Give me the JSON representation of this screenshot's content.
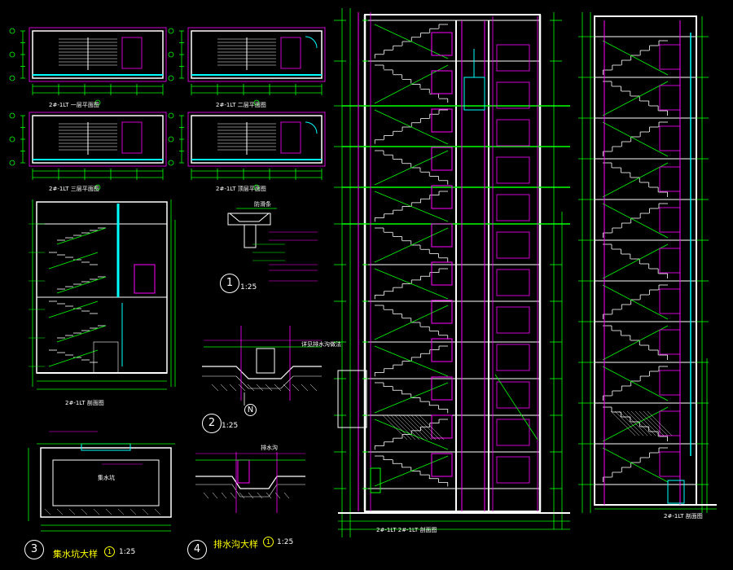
{
  "colors": {
    "background": "#000000",
    "wall": "#ffffff",
    "column": "#ff00ff",
    "dimension": "#00ff00",
    "stair": "#ffffff",
    "water": "#00ffff",
    "axis": "#ff2020",
    "text": "#ffffff",
    "callout": "#ffff00"
  },
  "callouts": [
    {
      "num": "1",
      "scale": "1:25"
    },
    {
      "num": "2",
      "scale": "1:25"
    },
    {
      "num": "3",
      "title": "集水坑大样",
      "mark": "1",
      "scale": "1:25"
    },
    {
      "num": "4",
      "title": "排水沟大样",
      "mark": "1",
      "scale": "1:25"
    }
  ],
  "axis_marker": "N",
  "labels": {
    "plan_a": "2#-1LT 一层平面图",
    "plan_b": "2#-1LT 二层平面图",
    "plan_c": "2#-1LT 三层平面图",
    "plan_d": "2#-1LT 顶层平面图",
    "sec_small": "2#-1LT 剖面图",
    "sec_main": "2#-1LT  2#-1LT 剖面图",
    "sec_right": "2#-1LT 剖面图",
    "detail1_note": "防滑条",
    "detail2_note": "详见排水沟做法",
    "detail3_note": "集水坑",
    "detail4_note": "排水沟"
  }
}
